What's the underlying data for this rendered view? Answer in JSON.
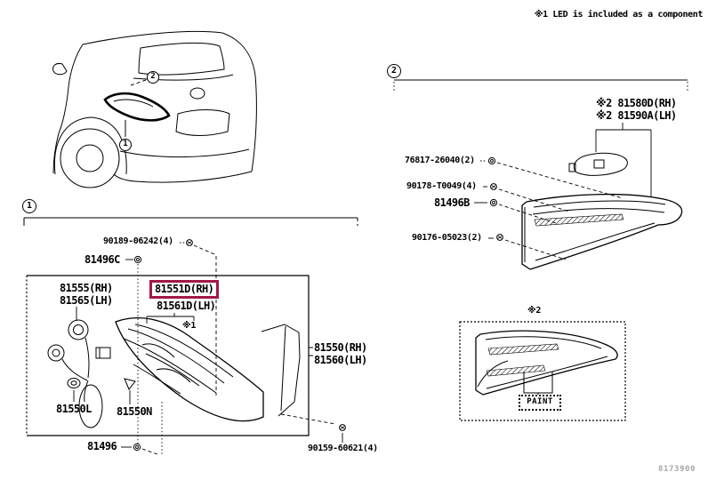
{
  "colors": {
    "highlight": "#a21844",
    "ink": "#000000",
    "muted": "#a8a8a8"
  },
  "note": {
    "text": "※1 LED is included as a component"
  },
  "footer": {
    "code": "8173900"
  },
  "car": {
    "callout_1": "1",
    "callout_2": "2"
  },
  "sections": {
    "s1": {
      "marker": "1",
      "bolt_top": "90189-06242(4)",
      "clip_c": "81496C",
      "socket_rh": "81555(RH)",
      "socket_lh": "81565(LH)",
      "lens_rh": "81551D(RH)",
      "lens_lh": "81561D(LH)",
      "led_ref": "※1",
      "grommet_l": "81550L",
      "clip_n": "81550N",
      "assy_rh": "81550(RH)",
      "assy_lh": "81560(LH)",
      "clip_bottom": "81496",
      "screw_bottom": "90159-60621(4)"
    },
    "s2": {
      "marker": "2",
      "clip": "76817-26040(2)",
      "screw_a": "90178-T0049(4)",
      "clip_b": "81496B",
      "screw_b": "90176-05023(2)",
      "garnish_rh": "※2 81580D(RH)",
      "garnish_lh": "※2 81590A(LH)"
    },
    "paint": {
      "ref": "※2",
      "label": "PAINT"
    }
  }
}
